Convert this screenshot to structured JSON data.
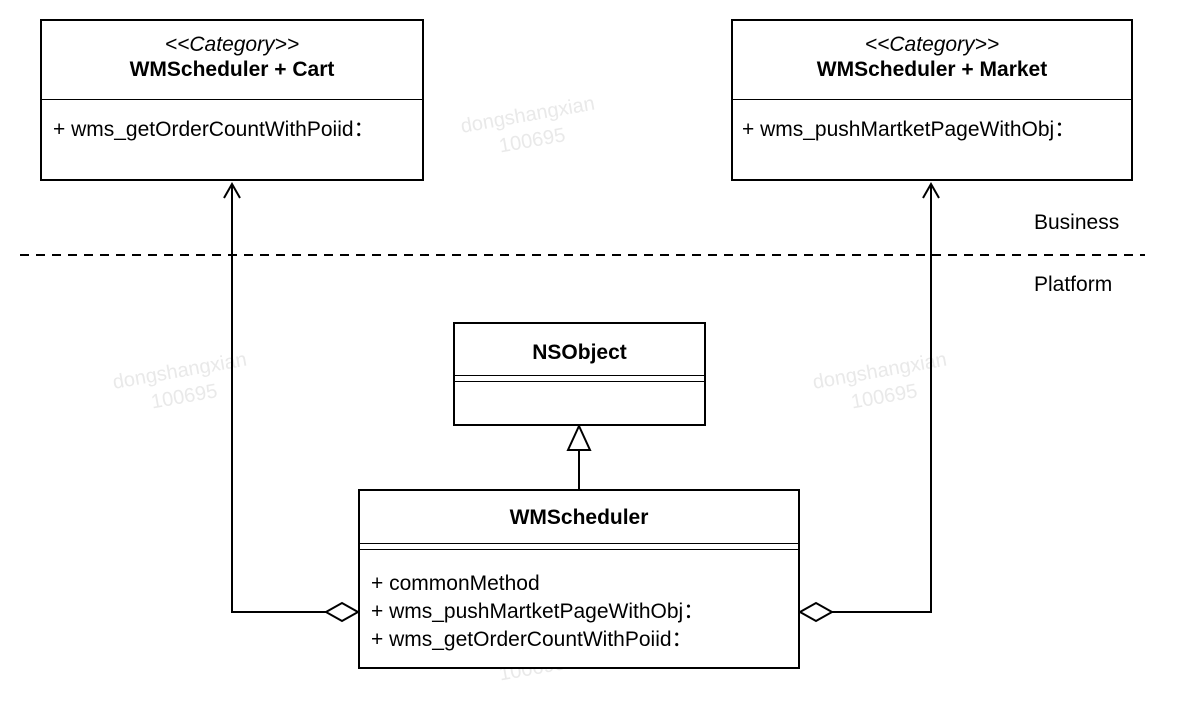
{
  "watermark": {
    "name": "dongshangxian",
    "id": "100695"
  },
  "divider": {
    "upper_label": "Business",
    "lower_label": "Platform"
  },
  "classes": {
    "cart": {
      "stereotype": "<<Category>>",
      "name": "WMScheduler + Cart",
      "methods": [
        "+ wms_getOrderCountWithPoiid："
      ]
    },
    "market": {
      "stereotype": "<<Category>>",
      "name": "WMScheduler + Market",
      "methods": [
        "+ wms_pushMartketPageWithObj："
      ]
    },
    "nsobject": {
      "name": "NSObject"
    },
    "scheduler": {
      "name": "WMScheduler",
      "methods": [
        "+ commonMethod",
        "+ wms_pushMartketPageWithObj：",
        "+ wms_getOrderCountWithPoiid："
      ]
    }
  }
}
